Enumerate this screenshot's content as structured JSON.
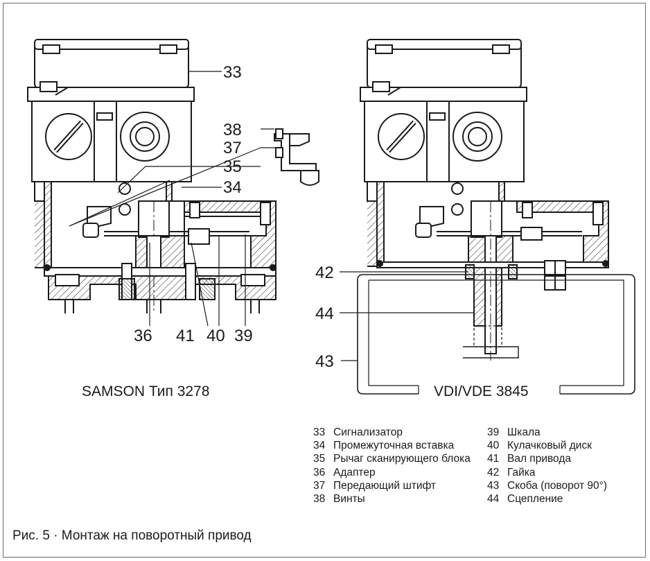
{
  "figures": [
    {
      "label": "SAMSON Тип 3278",
      "callouts": [
        "33",
        "38",
        "37",
        "35",
        "34",
        "36",
        "41",
        "40",
        "39"
      ]
    },
    {
      "label": "VDI/VDE 3845",
      "callouts": [
        "42",
        "44",
        "43"
      ]
    }
  ],
  "legend": [
    {
      "num": "33",
      "text": "Сигнализатор"
    },
    {
      "num": "34",
      "text": "Промежуточная вставка"
    },
    {
      "num": "35",
      "text": "Рычаг сканирующего блока"
    },
    {
      "num": "36",
      "text": "Адаптер"
    },
    {
      "num": "37",
      "text": "Передающий штифт"
    },
    {
      "num": "38",
      "text": "Винты"
    },
    {
      "num": "39",
      "text": "Шкала"
    },
    {
      "num": "40",
      "text": "Кулачковый диск"
    },
    {
      "num": "41",
      "text": "Вал привода"
    },
    {
      "num": "42",
      "text": "Гайка"
    },
    {
      "num": "43",
      "text": "Скоба (поворот 90°)"
    },
    {
      "num": "44",
      "text": "Сцепление"
    }
  ],
  "caption": "Рис. 5 · Монтаж на поворотный привод"
}
